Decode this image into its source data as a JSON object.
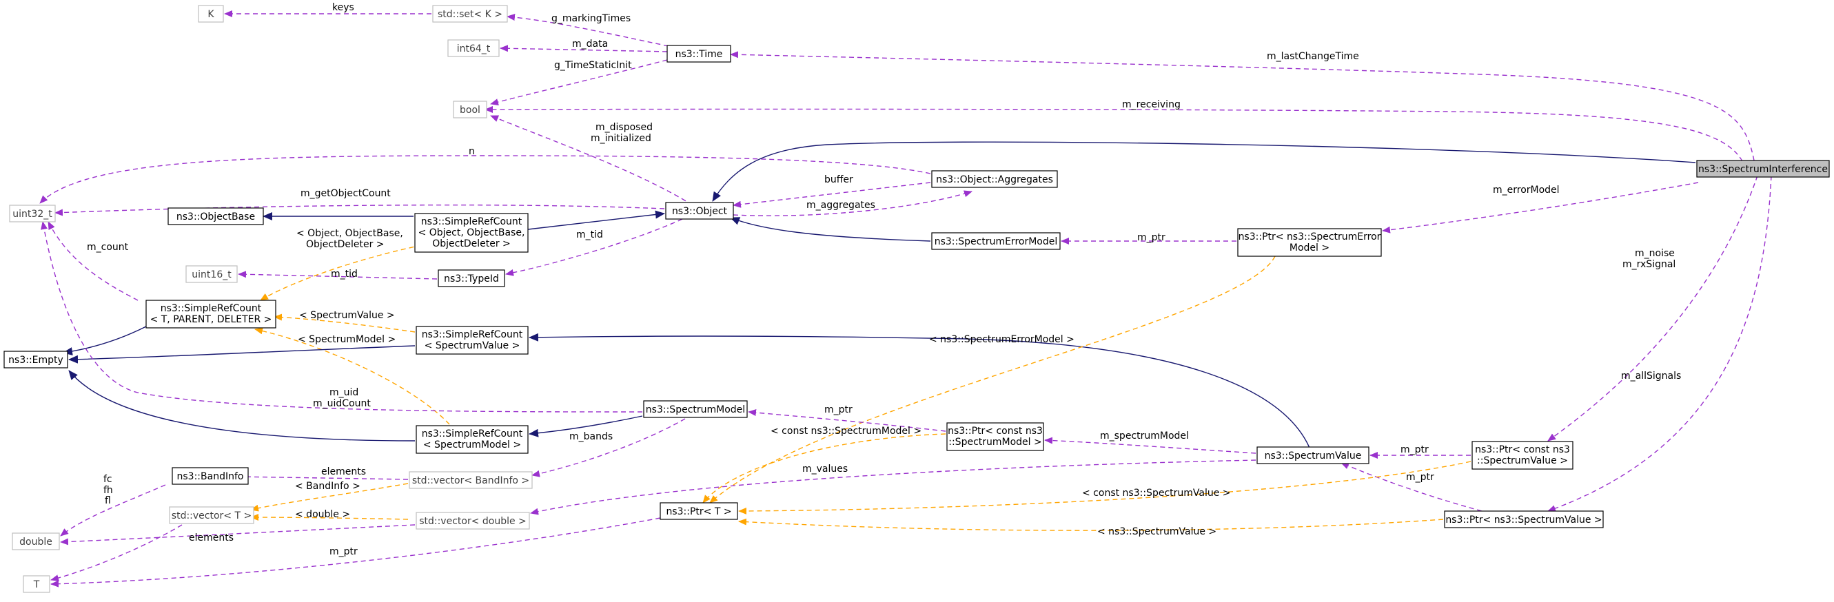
{
  "nodes": {
    "spectrum_interference": "ns3::SpectrumInterference",
    "k": "K",
    "std_set_k": "std::set< K >",
    "int64_t": "int64_t",
    "ns3_time": "ns3::Time",
    "bool": "bool",
    "uint32_t": "uint32_t",
    "object_aggregates": "ns3::Object::Aggregates",
    "ns3_object": "ns3::Object",
    "ns3_objectbase": "ns3::ObjectBase",
    "simplerefcount_object_l1": "ns3::SimpleRefCount",
    "simplerefcount_object_l2": "< Object, ObjectBase,",
    "simplerefcount_object_l3": "ObjectDeleter >",
    "ptr_spectrum_error_model_l1": "ns3::Ptr< ns3::SpectrumError",
    "ptr_spectrum_error_model_l2": "Model >",
    "spectrum_error_model": "ns3::SpectrumErrorModel",
    "uint16_t": "uint16_t",
    "ns3_typeid": "ns3::TypeId",
    "simplerefcount_tpl_l1": "ns3::SimpleRefCount",
    "simplerefcount_tpl_l2": "< T, PARENT, DELETER >",
    "simplerefcount_sv_l1": "ns3::SimpleRefCount",
    "simplerefcount_sv_l2": "< SpectrumValue >",
    "ns3_empty": "ns3::Empty",
    "spectrum_model": "ns3::SpectrumModel",
    "ptr_const_spectrum_model_l1": "ns3::Ptr< const ns3",
    "ptr_const_spectrum_model_l2": "::SpectrumModel >",
    "simplerefcount_sm_l1": "ns3::SimpleRefCount",
    "simplerefcount_sm_l2": "< SpectrumModel >",
    "spectrum_value": "ns3::SpectrumValue",
    "ptr_const_spectrum_value_l1": "ns3::Ptr< const ns3",
    "ptr_const_spectrum_value_l2": "::SpectrumValue >",
    "bandinfo": "ns3::BandInfo",
    "vector_bandinfo": "std::vector< BandInfo >",
    "vector_t": "std::vector< T >",
    "double": "double",
    "vector_double": "std::vector< double >",
    "ptr_t": "ns3::Ptr< T >",
    "ptr_spectrum_value": "ns3::Ptr< ns3::SpectrumValue >",
    "t": "T"
  },
  "edge_labels": {
    "keys": "keys",
    "g_markingtimes": "g_markingTimes",
    "m_data": "m_data",
    "g_timestaticinit": "g_TimeStaticInit",
    "m_lastchangetime": "m_lastChangeTime",
    "m_receiving": "m_receiving",
    "m_disposed": "m_disposed",
    "m_initialized": "m_initialized",
    "n": "n",
    "buffer": "buffer",
    "m_getobjectcount": "m_getObjectCount",
    "m_aggregates": "m_aggregates",
    "m_errormodel": "m_errorModel",
    "m_count": "m_count",
    "tpl_object": "< Object, ObjectBase,",
    "tpl_object_2": "ObjectDeleter >",
    "m_tid_obj": "m_tid",
    "m_ptr_err": "m_ptr",
    "m_tid": "m_tid",
    "tpl_spectrumvalue": "< SpectrumValue >",
    "tpl_spectrummodel": "< SpectrumModel >",
    "tpl_ns3_spectrumerrormodel": "< ns3::SpectrumErrorModel >",
    "m_noise": "m_noise",
    "m_rxsignal": "m_rxSignal",
    "m_alls ignals": "m_allSignals",
    "m_uid": "m_uid",
    "m_uidcount": "m_uidCount",
    "m_ptr_sm": "m_ptr",
    "m_bands": "m_bands",
    "tpl_const_spectrummodel": "< const ns3::SpectrumModel >",
    "m_spectrummodel": "m_spectrumModel",
    "m_ptr_sv": "m_ptr",
    "fc": "fc",
    "fh": "fh",
    "fl": "fl",
    "elements_band": "elements",
    "m_values": "m_values",
    "tpl_bandinfo": "< BandInfo >",
    "m_ptr_sv2": "m_ptr",
    "tpl_double": "< double >",
    "tpl_const_spectrumvalue": "< const ns3::SpectrumValue >",
    "elements_double": "elements",
    "m_ptr_t": "m_ptr",
    "tpl_ns3_spectrumvalue": "< ns3::SpectrumValue >"
  },
  "colors": {
    "association": "#9a32cd",
    "template_instantiation": "#ffa500",
    "inheritance": "#191970",
    "focus_fill": "#bfbfbf"
  }
}
